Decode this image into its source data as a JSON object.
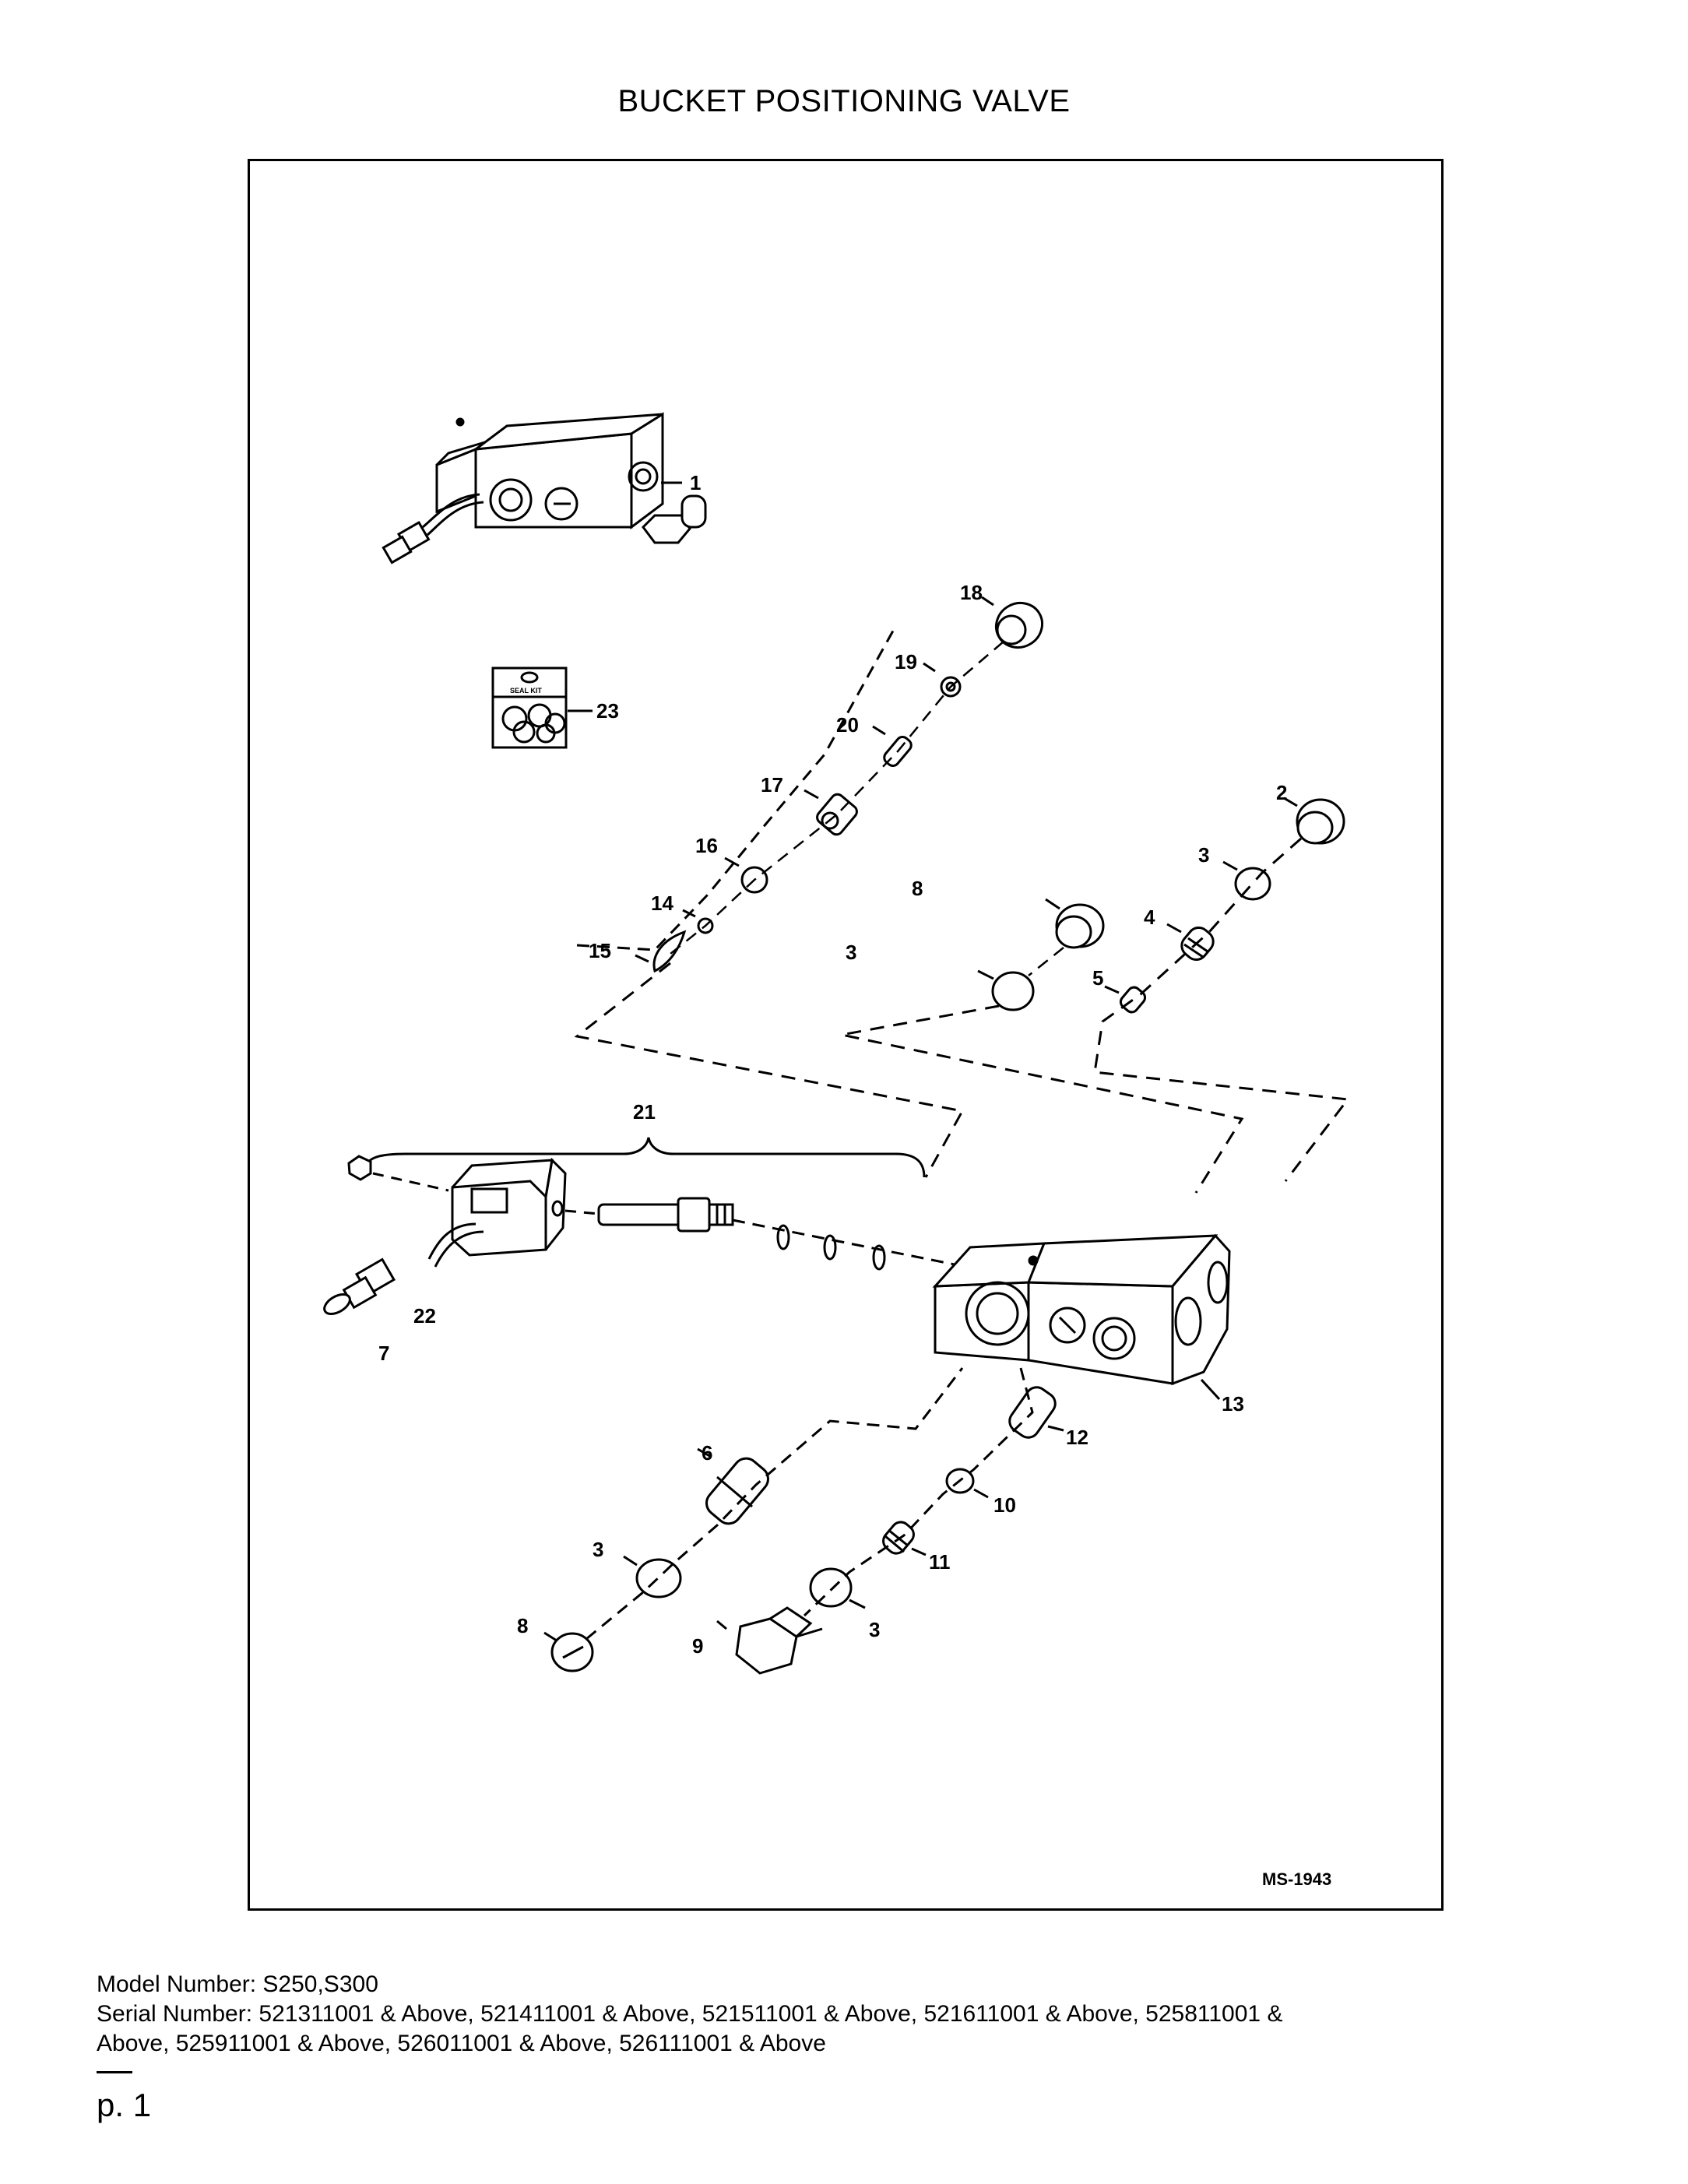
{
  "title": "BUCKET POSITIONING VALVE",
  "figure_id": "MS-1943",
  "seal_kit_text": "SEAL KIT",
  "callouts": {
    "c1": "1",
    "c2": "2",
    "c3a": "3",
    "c3b": "3",
    "c3c": "3",
    "c3d": "3",
    "c4": "4",
    "c5": "5",
    "c6": "6",
    "c7": "7",
    "c8a": "8",
    "c8b": "8",
    "c9": "9",
    "c10": "10",
    "c11": "11",
    "c12": "12",
    "c13": "13",
    "c14": "14",
    "c15": "15",
    "c16": "16",
    "c17": "17",
    "c18": "18",
    "c19": "19",
    "c20": "20",
    "c21": "21",
    "c22": "22",
    "c23": "23"
  },
  "model_line": "Model Number: S250,S300",
  "serial_line_1": "Serial Number: 521311001 & Above, 521411001 & Above, 521511001 & Above, 521611001 & Above, 525811001 &",
  "serial_line_2": "Above, 525911001 & Above, 526011001 & Above, 526111001 & Above",
  "page_label": "p. 1"
}
